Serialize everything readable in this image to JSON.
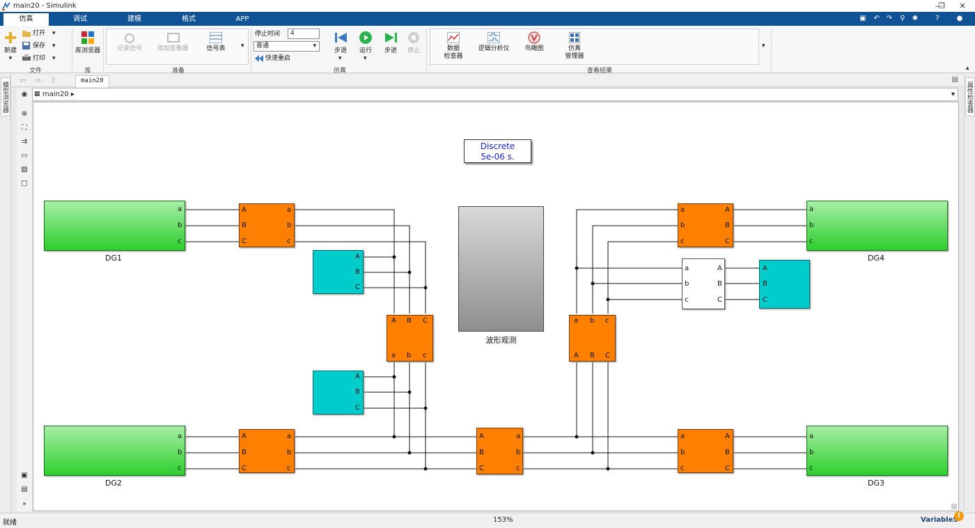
{
  "window": {
    "title": "main20 - Simulink",
    "ctrl_restore": "❐",
    "ctrl_close": "✕"
  },
  "ribbon_tabs": [
    "仿真",
    "调试",
    "建模",
    "格式",
    "APP"
  ],
  "file": {
    "new": "新建",
    "open": "打开",
    "save": "保存",
    "print": "打印",
    "section": "文件"
  },
  "library": {
    "browser": "库浏览器",
    "section": "库"
  },
  "prepare": {
    "record": "记录信号",
    "add_viewer": "添加查看器",
    "signal_table": "信号表",
    "section": "准备"
  },
  "simulate": {
    "stop_time_label": "停止时间",
    "stop_time_value": "4",
    "mode": "普通",
    "fast_restart": "快速重启",
    "step_back": "步退",
    "run": "运行",
    "step_forward": "步进",
    "stop": "停止",
    "section": "仿真"
  },
  "review": {
    "data_inspector_1": "数据",
    "data_inspector_2": "检查器",
    "logic_analyzer": "逻辑分析仪",
    "bird_eye": "鸟瞰图",
    "sim_manager_1": "仿真",
    "sim_manager_2": "管理器",
    "section": "查看结果"
  },
  "left_panel": "模型浏览器",
  "right_panel": "属性检查器",
  "editor_tab": "main20",
  "breadcrumb": "main20",
  "model": {
    "discrete_line1": "Discrete",
    "discrete_line2": "5e-06 s.",
    "scope_label": "波形观测",
    "dg1": "DG1",
    "dg2": "DG2",
    "dg3": "DG3",
    "dg4": "DG4",
    "p_a": "a",
    "p_b": "b",
    "p_c": "c",
    "p_A": "A",
    "p_B": "B",
    "p_C": "C"
  },
  "status": {
    "state": "就绪",
    "zoom": "153%",
    "solver": "VariableS"
  }
}
